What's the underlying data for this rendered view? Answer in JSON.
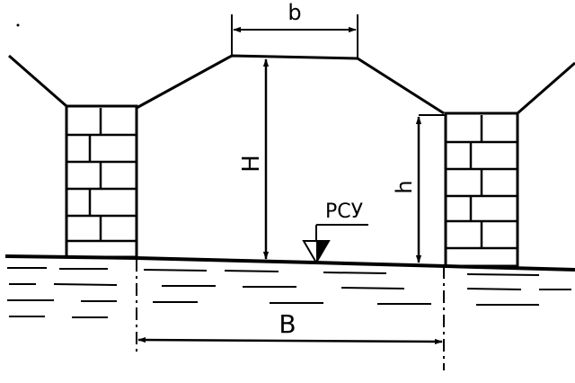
{
  "diagram": {
    "labels": {
      "top_width": "b",
      "height_total": "H",
      "height_support": "h",
      "water_level": "РСУ",
      "bottom_width": "B"
    },
    "colors": {
      "ink": "#000000",
      "background": "#ffffff"
    }
  }
}
